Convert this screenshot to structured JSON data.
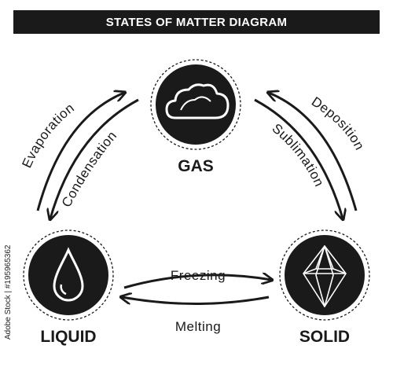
{
  "title": "STATES OF MATTER DIAGRAM",
  "states": {
    "gas": {
      "label": "GAS",
      "icon": "cloud-icon"
    },
    "liquid": {
      "label": "LIQUID",
      "icon": "droplet-icon"
    },
    "solid": {
      "label": "SOLID",
      "icon": "crystal-icon"
    }
  },
  "transitions": {
    "evaporation": "Evaporation",
    "condensation": "Condensation",
    "deposition": "Deposition",
    "sublimation": "Sublimation",
    "freezing": "Freezing",
    "melting": "Melting"
  },
  "credit": "Adobe Stock | #195965362",
  "colors": {
    "dark": "#1a1a1a",
    "background": "#ffffff"
  }
}
